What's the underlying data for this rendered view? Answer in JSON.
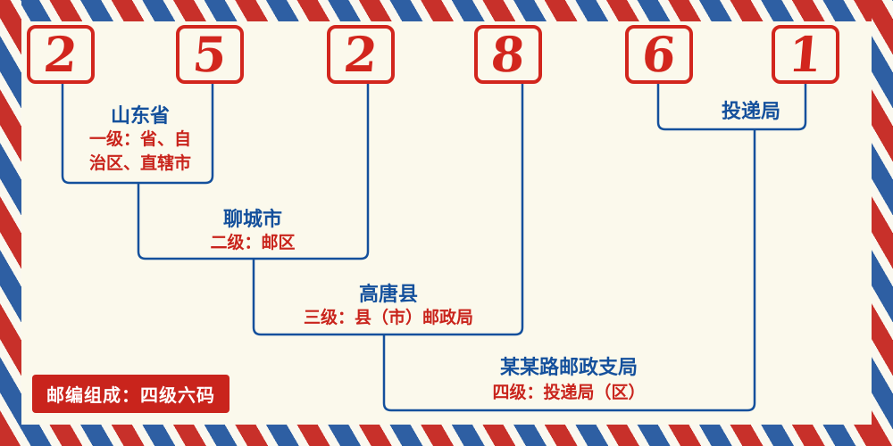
{
  "postal_code": {
    "digits": [
      "2",
      "5",
      "2",
      "8",
      "6",
      "1"
    ]
  },
  "annotations": [
    {
      "title": "山东省",
      "desc_lines": [
        "一级：省、自",
        "治区、直辖市"
      ]
    },
    {
      "title": "聊城市",
      "desc": "二级：邮区"
    },
    {
      "title": "高唐县",
      "desc": "三级：县（市）邮政局"
    },
    {
      "title": "某某路邮政支局",
      "desc": "四级：投递局（区）"
    },
    {
      "title": "投递局"
    }
  ],
  "footer": {
    "label": "邮编组成：四级六码"
  },
  "colors": {
    "accent_red": "#c9241c",
    "accent_blue": "#14509c",
    "background": "#fbf9ec"
  }
}
